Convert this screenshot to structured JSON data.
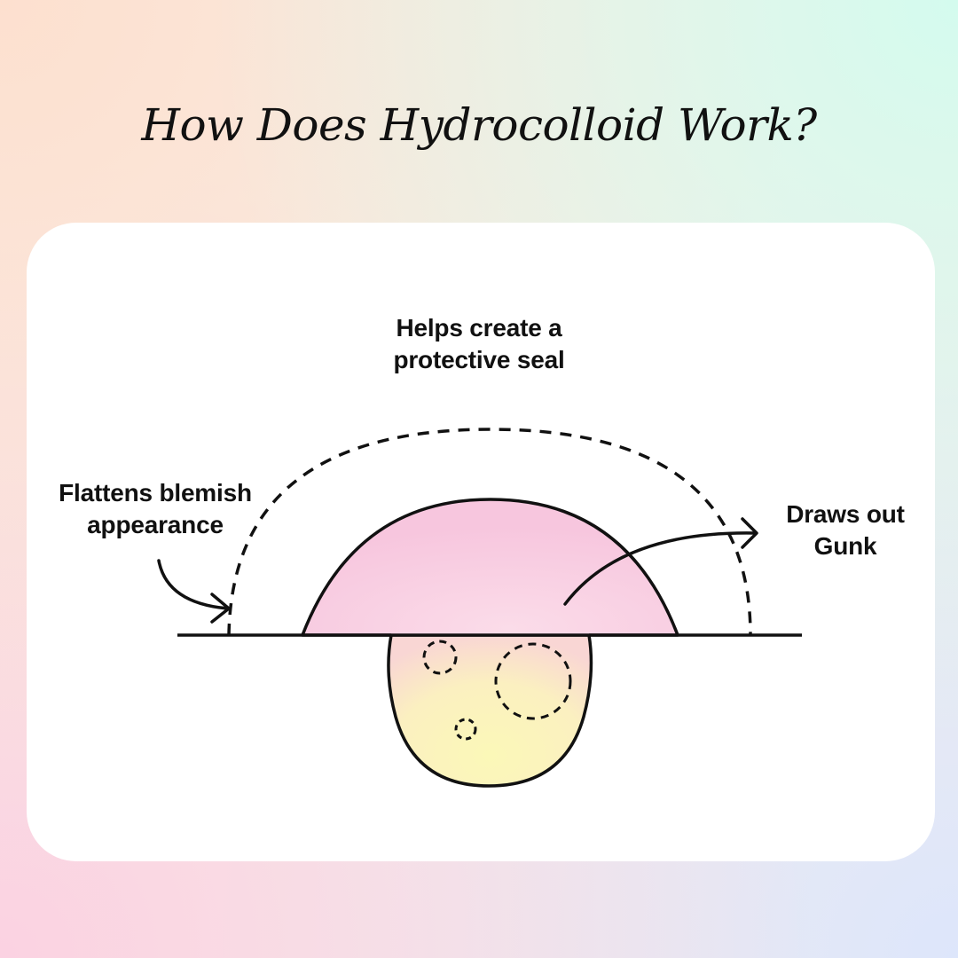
{
  "title": "How Does Hydrocolloid Work?",
  "labels": {
    "protective_seal": "Helps create a protective seal",
    "flattens": "Flattens blemish appearance",
    "draws_out": "Draws out Gunk"
  },
  "colors": {
    "stroke": "#111111",
    "patch_pink": "#f9c9df",
    "blemish_yellow": "#fbf6b4",
    "card": "#ffffff"
  }
}
